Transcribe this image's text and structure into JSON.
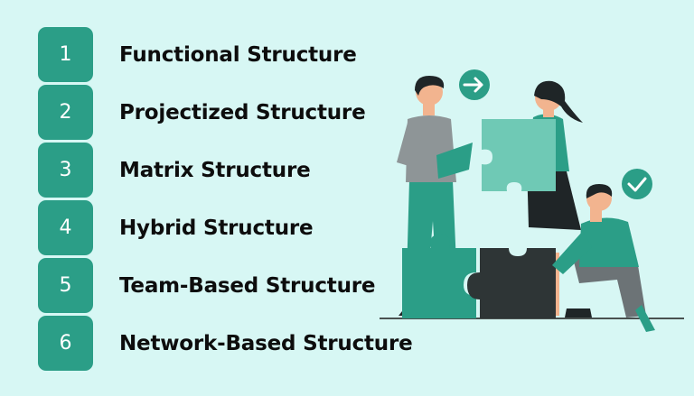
{
  "structures": [
    {
      "number": "1",
      "label": "Functional Structure"
    },
    {
      "number": "2",
      "label": "Projectized Structure"
    },
    {
      "number": "3",
      "label": "Matrix Structure"
    },
    {
      "number": "4",
      "label": "Hybrid Structure"
    },
    {
      "number": "5",
      "label": "Team-Based Structure"
    },
    {
      "number": "6",
      "label": "Network-Based Structure"
    }
  ],
  "illustration": {
    "icons": [
      "arrow-right-icon",
      "checkmark-icon"
    ],
    "colors": {
      "background": "#d7f7f4",
      "accent": "#2b9e87",
      "accent_light": "#6fc9b5",
      "dark_piece": "#2e3536"
    }
  }
}
